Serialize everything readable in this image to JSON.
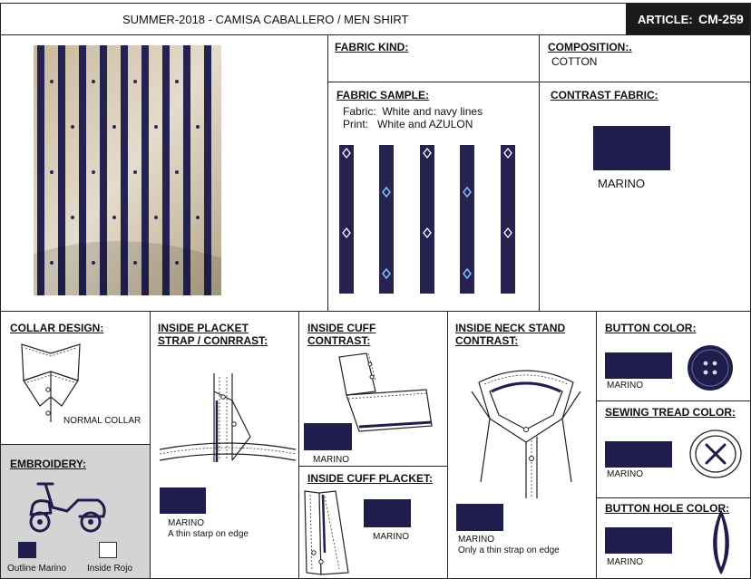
{
  "header": {
    "title": "SUMMER-2018 - CAMISA CABALLERO / MEN SHIRT",
    "article_label": "ARTICLE:",
    "article_code": "CM-259"
  },
  "fabric_kind": {
    "label": "FABRIC KIND:"
  },
  "composition": {
    "label": "COMPOSITION:.",
    "value": "COTTON"
  },
  "fabric_sample": {
    "label": "FABRIC SAMPLE:",
    "fabric_line": "Fabric:  White and navy lines",
    "print_line": "Print:   White and AZULON"
  },
  "contrast_fabric": {
    "label": "CONTRAST FABRIC:",
    "color": "MARINO"
  },
  "collar_design": {
    "label": "COLLAR DESIGN:",
    "caption": "NORMAL COLLAR"
  },
  "inside_placket": {
    "label_line1": "INSIDE PLACKET",
    "label_line2": "STRAP / CONRRAST:",
    "color": "MARINO",
    "note": "A thin starp on edge"
  },
  "inside_cuff_contrast": {
    "label_line1": "INSIDE CUFF",
    "label_line2": "CONTRAST:",
    "color": "MARINO"
  },
  "inside_cuff_placket": {
    "label": "INSIDE CUFF PLACKET:",
    "color": "MARINO"
  },
  "inside_neck_stand": {
    "label_line1": "INSIDE NECK STAND",
    "label_line2": "CONTRAST:",
    "color": "MARINO",
    "note": "Only a thin strap on edge"
  },
  "button_color": {
    "label": "BUTTON COLOR:",
    "color": "MARINO"
  },
  "sewing_thread": {
    "label": "SEWING TREAD COLOR:",
    "color": "MARINO"
  },
  "button_hole": {
    "label": "BUTTON HOLE COLOR:",
    "color": "MARINO"
  },
  "embroidery": {
    "label": "EMBROIDERY:",
    "outline_label": "Outline Marino",
    "inside_label": "Inside Rojo"
  },
  "colors": {
    "navy": "#1f1d4b",
    "panel_gray": "#d4d4d4",
    "accent_blue": "#3a5ec8"
  }
}
